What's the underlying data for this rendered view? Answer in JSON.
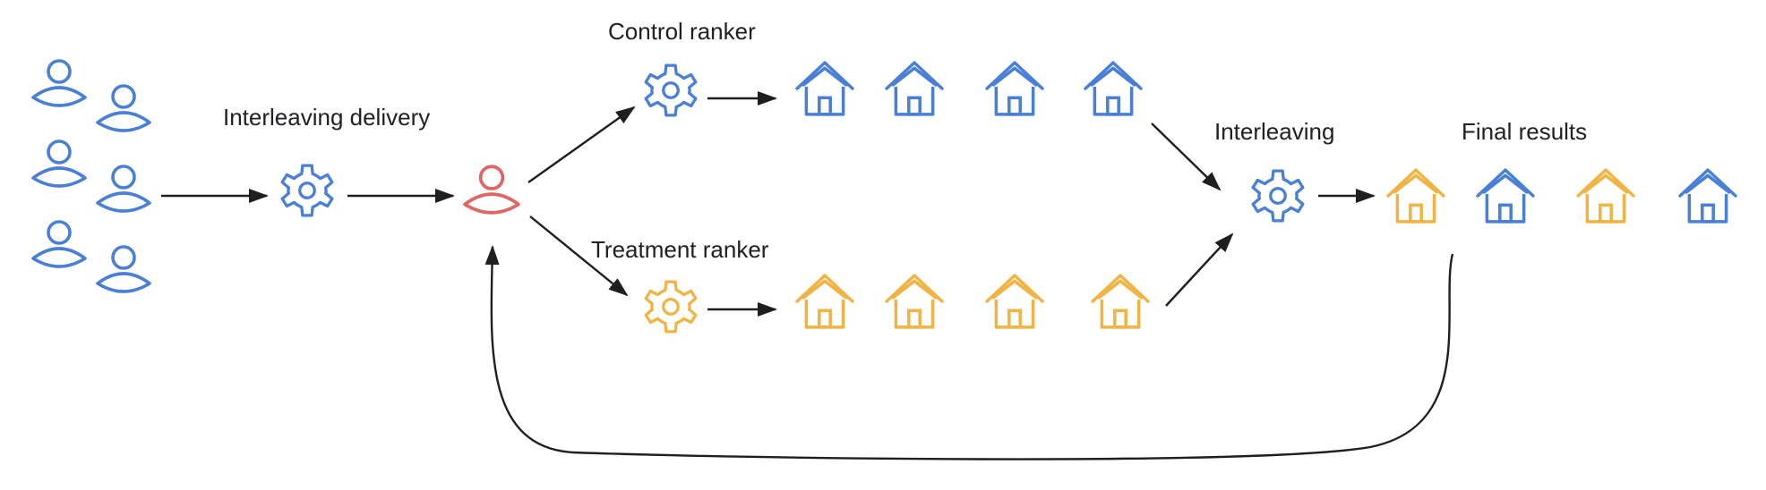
{
  "labels": {
    "interleaving_delivery": "Interleaving delivery",
    "control_ranker": "Control ranker",
    "treatment_ranker": "Treatment ranker",
    "interleaving": "Interleaving",
    "final_results": "Final results"
  },
  "colors": {
    "control": "#4a7fd6",
    "treatment": "#f0b444",
    "selected_user": "#e06666",
    "arrow": "#1f1f1f",
    "text": "#202124"
  },
  "icons": {
    "users": "user-icon",
    "gear": "gear-icon",
    "house": "house-icon"
  },
  "final_results_order": [
    "treatment",
    "control",
    "treatment",
    "control"
  ]
}
